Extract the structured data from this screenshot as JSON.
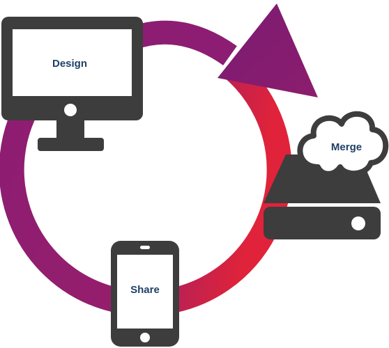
{
  "diagram": {
    "stages": {
      "design": "Design",
      "merge": "Merge",
      "share": "Share"
    },
    "colors": {
      "ring_start": "#8d1d72",
      "ring_end": "#e0233a",
      "device": "#3d3d3d",
      "screen": "#ffffff",
      "label": "#1f3f66"
    }
  }
}
